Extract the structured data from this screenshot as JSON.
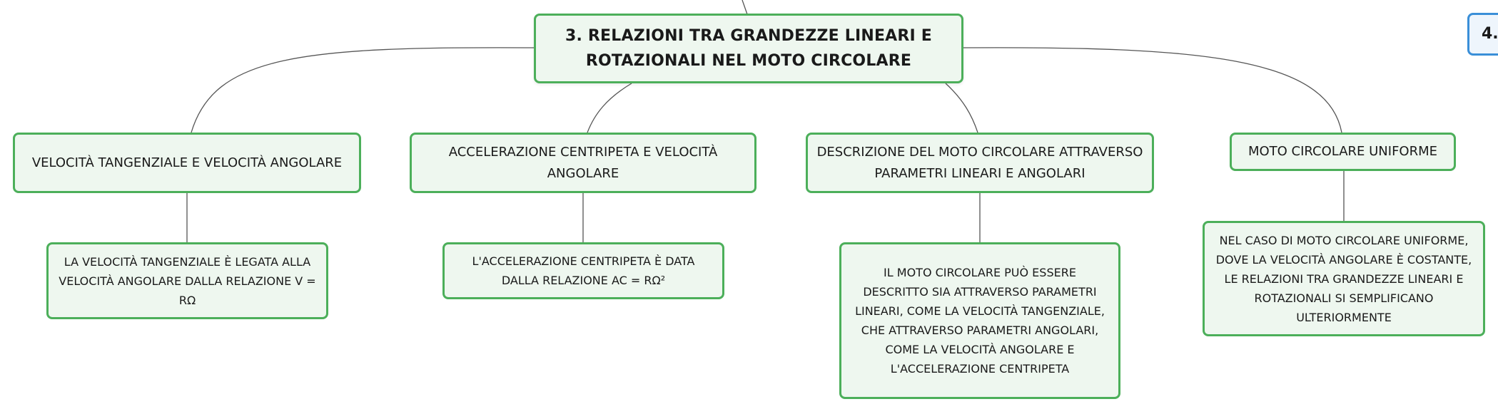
{
  "map": {
    "root": {
      "title": "3. RELAZIONI TRA GRANDEZZE LINEARI E ROTAZIONALI NEL MOTO CIRCOLARE"
    },
    "next_topic": {
      "label": "4."
    },
    "topics": [
      {
        "label": "VELOCITÀ TANGENZIALE E VELOCITÀ ANGOLARE",
        "detail": "LA VELOCITÀ TANGENZIALE È LEGATA ALLA VELOCITÀ ANGOLARE DALLA RELAZIONE V = RΩ"
      },
      {
        "label": "ACCELERAZIONE CENTRIPETA E VELOCITÀ ANGOLARE",
        "detail": "L'ACCELERAZIONE CENTRIPETA È DATA DALLA RELAZIONE AC = RΩ²"
      },
      {
        "label": "DESCRIZIONE DEL MOTO CIRCOLARE ATTRAVERSO PARAMETRI LINEARI E ANGOLARI",
        "detail": "IL MOTO CIRCOLARE PUÒ ESSERE DESCRITTO SIA ATTRAVERSO PARAMETRI LINEARI, COME LA VELOCITÀ TANGENZIALE, CHE ATTRAVERSO PARAMETRI ANGOLARI, COME LA VELOCITÀ ANGOLARE E L'ACCELERAZIONE CENTRIPETA"
      },
      {
        "label": "MOTO CIRCOLARE UNIFORME",
        "detail": "NEL CASO DI MOTO CIRCOLARE UNIFORME, DOVE LA VELOCITÀ ANGOLARE È COSTANTE, LE RELAZIONI TRA GRANDEZZE LINEARI E ROTAZIONALI SI SEMPLIFICANO ULTERIORMENTE"
      }
    ],
    "colors": {
      "node_border": "#4caf5a",
      "node_fill": "#eef7ef",
      "next_border": "#3a8fd8",
      "connector": "#555555"
    }
  }
}
